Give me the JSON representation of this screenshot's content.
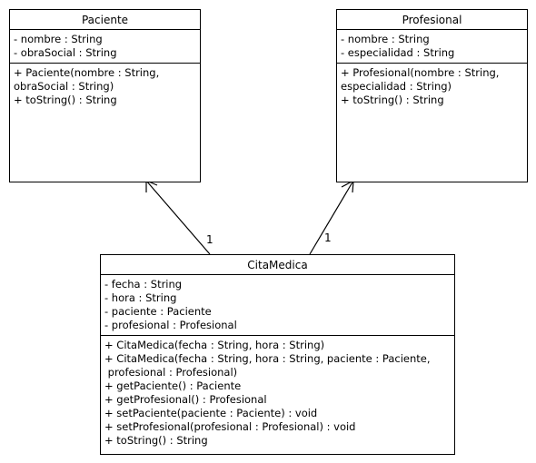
{
  "classes": {
    "paciente": {
      "name": "Paciente",
      "attributes": [
        "- nombre : String",
        "- obraSocial : String"
      ],
      "methods": [
        "+ Paciente(nombre : String,",
        "obraSocial : String)",
        "+ toString() : String"
      ]
    },
    "profesional": {
      "name": "Profesional",
      "attributes": [
        "- nombre : String",
        "- especialidad : String"
      ],
      "methods": [
        "+ Profesional(nombre : String,",
        "especialidad : String)",
        "+ toString() : String"
      ]
    },
    "citamedica": {
      "name": "CitaMedica",
      "attributes": [
        "- fecha : String",
        "- hora : String",
        "- paciente : Paciente",
        "- profesional : Profesional"
      ],
      "methods": [
        "+ CitaMedica(fecha : String, hora : String)",
        "+ CitaMedica(fecha : String, hora : String, paciente : Paciente,",
        " profesional : Profesional)",
        "+ getPaciente() : Paciente",
        "+ getProfesional() : Profesional",
        "+ setPaciente(paciente : Paciente) : void",
        "+ setProfesional(profesional : Profesional) : void",
        "+ toString() : String"
      ]
    }
  },
  "associations": [
    {
      "from": "citamedica",
      "to": "paciente",
      "multiplicity": "1"
    },
    {
      "from": "citamedica",
      "to": "profesional",
      "multiplicity": "1"
    }
  ]
}
